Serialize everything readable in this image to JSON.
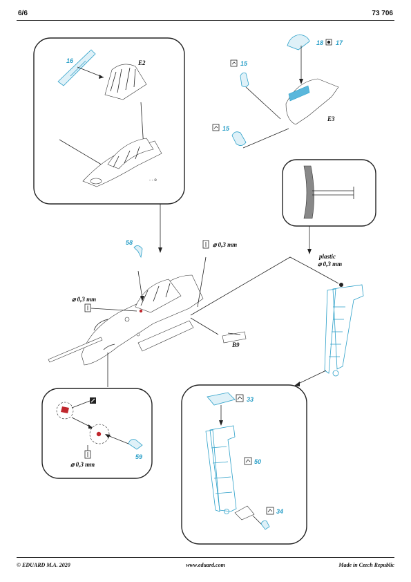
{
  "header": {
    "page": "6/6",
    "set_number": "73 706"
  },
  "footer": {
    "copyright": "© EDUARD  M.A. 2020",
    "website": "www.eduard.com",
    "origin": "Made in Czech Republic"
  },
  "labels": {
    "e2": "E2",
    "e3": "E3",
    "b9": "B9",
    "plastic": "plastic",
    "dia_top_right": "⌀ 0,3 mm",
    "dia_mid_left": "⌀ 0,3 mm",
    "dia_top_mid": "⌀ 0,3 mm",
    "dia_bottom_left": "⌀ 0,3 mm"
  },
  "part_numbers": {
    "p16": "16",
    "p18": "18",
    "p17": "17",
    "p15a": "15",
    "p15b": "15",
    "p58": "58",
    "p59": "59",
    "p33": "33",
    "p50": "50",
    "p34": "34"
  },
  "colors": {
    "photo_etch": "#2a9fc8",
    "photo_etch_fill": "#dff1f8",
    "red_detail": "#c0272d",
    "line": "#222222"
  }
}
